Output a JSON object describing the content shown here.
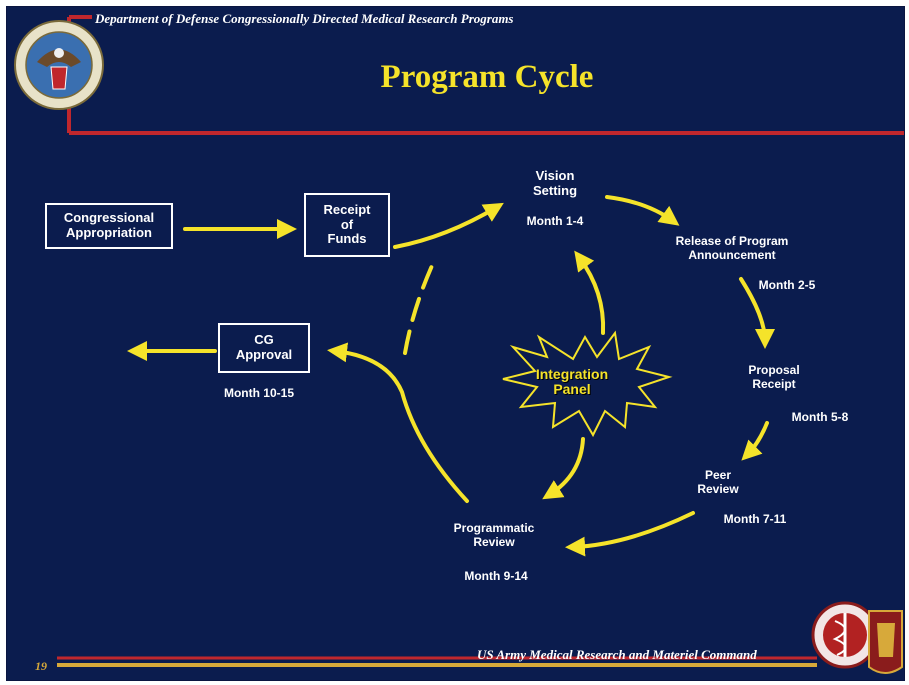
{
  "header": {
    "organization": "Department of Defense Congressionally Directed Medical Research Programs"
  },
  "title": "Program Cycle",
  "boxes": {
    "appropriation": "Congressional\nAppropriation",
    "receipt_funds": "Receipt\nof\nFunds",
    "cg_approval": "CG\nApproval"
  },
  "cycle": {
    "vision_setting": {
      "label": "Vision\nSetting",
      "month": "Month 1-4"
    },
    "release_announcement": {
      "label": "Release of Program\nAnnouncement",
      "month": "Month 2-5"
    },
    "proposal_receipt": {
      "label": "Proposal\nReceipt",
      "month": "Month 5-8"
    },
    "peer_review": {
      "label": "Peer\nReview",
      "month": "Month 7-11"
    },
    "programmatic_review": {
      "label": "Programmatic\nReview",
      "month": "Month 9-14"
    },
    "cg_month": "Month 10-15"
  },
  "integration_panel": "Integration\nPanel",
  "footer": {
    "command": "US Army Medical Research and Materiel Command",
    "page_number": "19"
  },
  "colors": {
    "background": "#0b1c4e",
    "arrow": "#f5e32a",
    "title": "#f5e32a",
    "rule_red": "#c0272d",
    "rule_gold": "#d7a93a"
  }
}
